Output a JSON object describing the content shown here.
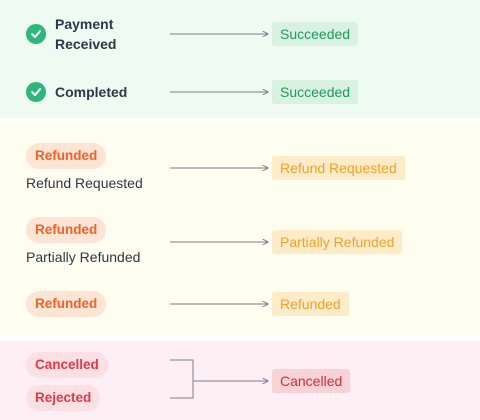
{
  "success": {
    "rows": [
      {
        "source": "Payment Received",
        "target": "Succeeded"
      },
      {
        "source": "Completed",
        "target": "Succeeded"
      }
    ]
  },
  "refund": {
    "rows": [
      {
        "pill": "Refunded",
        "subtext": "Refund Requested",
        "target": "Refund Requested"
      },
      {
        "pill": "Refunded",
        "subtext": "Partially Refunded",
        "target": "Partially Refunded"
      },
      {
        "pill": "Refunded",
        "target": "Refunded"
      }
    ]
  },
  "cancel": {
    "sources": [
      "Cancelled",
      "Rejected"
    ],
    "target": "Cancelled"
  },
  "colors": {
    "success_bg": "#eefaf2",
    "refund_bg": "#fffdf0",
    "cancel_bg": "#fdeff3",
    "check_green": "#2fb67a",
    "connector": "#7a8089"
  }
}
